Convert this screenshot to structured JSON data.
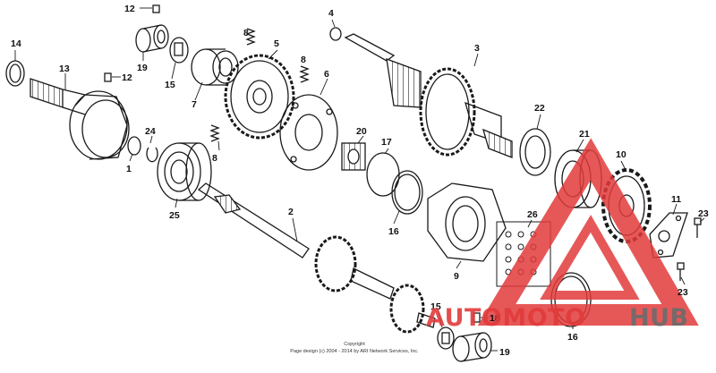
{
  "labels": [
    {
      "id": "part-label-1",
      "text": "1"
    },
    {
      "id": "part-label-2",
      "text": "2"
    },
    {
      "id": "part-label-3",
      "text": "3"
    },
    {
      "id": "part-label-4",
      "text": "4"
    },
    {
      "id": "part-label-5",
      "text": "5"
    },
    {
      "id": "part-label-6",
      "text": "6"
    },
    {
      "id": "part-label-7",
      "text": "7"
    },
    {
      "id": "part-label-8a",
      "text": "8"
    },
    {
      "id": "part-label-8b",
      "text": "8"
    },
    {
      "id": "part-label-8c",
      "text": "8"
    },
    {
      "id": "part-label-9",
      "text": "9"
    },
    {
      "id": "part-label-10",
      "text": "10"
    },
    {
      "id": "part-label-11",
      "text": "11"
    },
    {
      "id": "part-label-12a",
      "text": "12"
    },
    {
      "id": "part-label-12b",
      "text": "12"
    },
    {
      "id": "part-label-13",
      "text": "13"
    },
    {
      "id": "part-label-14",
      "text": "14"
    },
    {
      "id": "part-label-15a",
      "text": "15"
    },
    {
      "id": "part-label-15b",
      "text": "15"
    },
    {
      "id": "part-label-16a",
      "text": "16"
    },
    {
      "id": "part-label-16b",
      "text": "16"
    },
    {
      "id": "part-label-17",
      "text": "17"
    },
    {
      "id": "part-label-18",
      "text": "18"
    },
    {
      "id": "part-label-19a",
      "text": "19"
    },
    {
      "id": "part-label-19b",
      "text": "19"
    },
    {
      "id": "part-label-20",
      "text": "20"
    },
    {
      "id": "part-label-21",
      "text": "21"
    },
    {
      "id": "part-label-22",
      "text": "22"
    },
    {
      "id": "part-label-23a",
      "text": "23"
    },
    {
      "id": "part-label-23b",
      "text": "23"
    },
    {
      "id": "part-label-24",
      "text": "24"
    },
    {
      "id": "part-label-25",
      "text": "25"
    },
    {
      "id": "part-label-26",
      "text": "26"
    }
  ],
  "copyright": {
    "line1": "Copyright",
    "line2": "Page design (c) 2004 - 2014 by ARI Network Services, Inc."
  },
  "watermark": {
    "text_left": "AUTOMOTO",
    "text_right": "HUB",
    "color_red": "#e23b3b",
    "color_gray": "#6b6b6b"
  }
}
